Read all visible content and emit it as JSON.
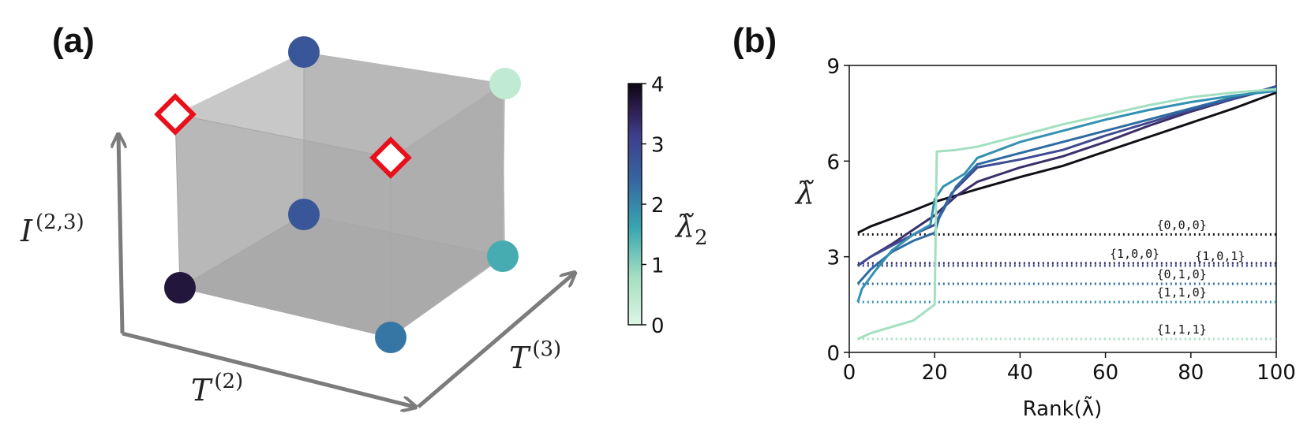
{
  "panel_a": {
    "label": "(a)",
    "axis_labels": {
      "vertical": "I",
      "vertical_sup": "(2,3)",
      "front": "T",
      "front_sup": "(2)",
      "depth": "T",
      "depth_sup": "(3)"
    },
    "colorbar": {
      "label": "λ̃",
      "label_sub": "2",
      "ticks": [
        "0",
        "1",
        "2",
        "3",
        "4"
      ],
      "range": [
        0,
        4
      ]
    },
    "nodes": [
      {
        "name": "node-front-bottom-left",
        "value": 3.7
      },
      {
        "name": "node-front-bottom-right",
        "value": 2.2
      },
      {
        "name": "node-back-bottom-left",
        "value": 2.7
      },
      {
        "name": "node-back-bottom-right",
        "value": 1.5
      },
      {
        "name": "node-back-top-left",
        "value": 2.7
      },
      {
        "name": "node-back-top-right",
        "value": 0.4
      }
    ],
    "diamond_markers": 2,
    "colors": {
      "diamond": "#e8111b",
      "cube": "#9a9a9a",
      "axis": "#7c7c7c"
    }
  },
  "chart_data": {
    "type": "line",
    "label": "(b)",
    "xlabel": "Rank(λ̃)",
    "ylabel": "λ̃",
    "xlim": [
      0,
      100
    ],
    "ylim": [
      0,
      9
    ],
    "xticks": [
      "0",
      "20",
      "40",
      "60",
      "80",
      "100"
    ],
    "yticks": [
      "0",
      "3",
      "6",
      "9"
    ],
    "grid": false,
    "series": [
      {
        "color": "#0f0f16",
        "points": [
          [
            2,
            3.75
          ],
          [
            5,
            3.95
          ],
          [
            10,
            4.2
          ],
          [
            15,
            4.45
          ],
          [
            20,
            4.72
          ],
          [
            25,
            4.92
          ],
          [
            30,
            5.12
          ],
          [
            40,
            5.5
          ],
          [
            50,
            5.85
          ],
          [
            60,
            6.3
          ],
          [
            70,
            6.75
          ],
          [
            80,
            7.2
          ],
          [
            90,
            7.65
          ],
          [
            100,
            8.15
          ]
        ]
      },
      {
        "color": "#3b2f6b",
        "points": [
          [
            2,
            2.72
          ],
          [
            5,
            3.0
          ],
          [
            10,
            3.4
          ],
          [
            15,
            3.85
          ],
          [
            20,
            4.3
          ],
          [
            25,
            4.9
          ],
          [
            30,
            5.35
          ],
          [
            40,
            5.8
          ],
          [
            50,
            6.15
          ],
          [
            60,
            6.6
          ],
          [
            70,
            7.1
          ],
          [
            80,
            7.55
          ],
          [
            90,
            7.95
          ],
          [
            100,
            8.3
          ]
        ]
      },
      {
        "color": "#3f4a91",
        "points": [
          [
            2,
            2.72
          ],
          [
            5,
            3.0
          ],
          [
            10,
            3.35
          ],
          [
            15,
            3.7
          ],
          [
            20,
            4.0
          ],
          [
            24,
            5.0
          ],
          [
            30,
            5.8
          ],
          [
            40,
            6.05
          ],
          [
            50,
            6.35
          ],
          [
            60,
            6.8
          ],
          [
            70,
            7.2
          ],
          [
            80,
            7.6
          ],
          [
            90,
            7.95
          ],
          [
            100,
            8.35
          ]
        ]
      },
      {
        "color": "#2e6ba3",
        "points": [
          [
            2,
            2.15
          ],
          [
            5,
            2.6
          ],
          [
            10,
            3.15
          ],
          [
            15,
            3.5
          ],
          [
            19,
            3.7
          ],
          [
            20,
            3.75
          ],
          [
            21,
            4.2
          ],
          [
            25,
            5.2
          ],
          [
            30,
            5.9
          ],
          [
            40,
            6.25
          ],
          [
            50,
            6.6
          ],
          [
            60,
            6.95
          ],
          [
            70,
            7.3
          ],
          [
            80,
            7.65
          ],
          [
            90,
            8.0
          ],
          [
            100,
            8.3
          ]
        ]
      },
      {
        "color": "#3391b1",
        "points": [
          [
            2,
            1.58
          ],
          [
            3,
            2.0
          ],
          [
            6,
            2.55
          ],
          [
            10,
            3.2
          ],
          [
            15,
            3.7
          ],
          [
            19,
            4.0
          ],
          [
            20,
            4.8
          ],
          [
            22,
            5.2
          ],
          [
            27,
            5.6
          ],
          [
            30,
            6.1
          ],
          [
            40,
            6.6
          ],
          [
            50,
            6.95
          ],
          [
            60,
            7.3
          ],
          [
            70,
            7.6
          ],
          [
            80,
            7.85
          ],
          [
            90,
            8.05
          ],
          [
            100,
            8.2
          ]
        ]
      },
      {
        "color": "#a3dfc1",
        "points": [
          [
            2,
            0.42
          ],
          [
            5,
            0.6
          ],
          [
            10,
            0.8
          ],
          [
            15,
            1.0
          ],
          [
            18,
            1.3
          ],
          [
            20,
            1.5
          ],
          [
            20.5,
            6.3
          ],
          [
            25,
            6.35
          ],
          [
            30,
            6.45
          ],
          [
            40,
            6.8
          ],
          [
            50,
            7.15
          ],
          [
            60,
            7.45
          ],
          [
            70,
            7.75
          ],
          [
            80,
            8.0
          ],
          [
            90,
            8.15
          ],
          [
            100,
            8.25
          ]
        ]
      }
    ],
    "reference_lines": [
      {
        "y": 3.7,
        "color": "#0f0f16",
        "label": "{0,0,0}",
        "label_x": 72,
        "label_pos": "above"
      },
      {
        "y": 2.8,
        "color": "#3b2f6b",
        "label": "{1,0,0}",
        "label_x": 61,
        "label_pos": "above"
      },
      {
        "y": 2.72,
        "color": "#3f4a91",
        "label": "{1,0,1}",
        "label_x": 81,
        "label_pos": "above"
      },
      {
        "y": 2.15,
        "color": "#2e6ba3",
        "label": "{0,1,0}",
        "label_x": 72,
        "label_pos": "above"
      },
      {
        "y": 1.58,
        "color": "#3391b1",
        "label": "{1,1,0}",
        "label_x": 72,
        "label_pos": "above"
      },
      {
        "y": 0.42,
        "color": "#a3dfc1",
        "label": "{1,1,1}",
        "label_x": 72,
        "label_pos": "above"
      }
    ]
  }
}
